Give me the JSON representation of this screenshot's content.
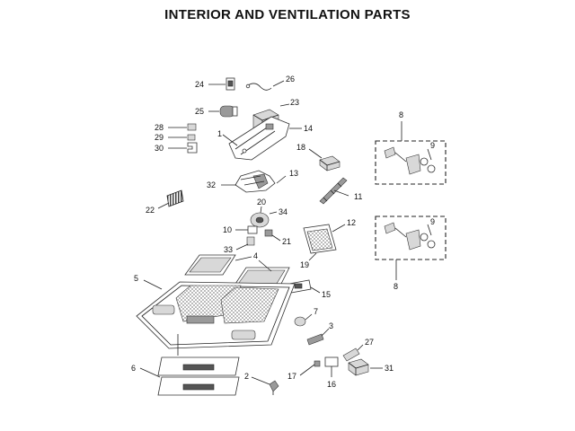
{
  "title": "INTERIOR AND VENTILATION PARTS",
  "callouts": {
    "c1": "1",
    "c2": "2",
    "c3": "3",
    "c4": "4",
    "c5": "5",
    "c6": "6",
    "c7": "7",
    "c8a": "8",
    "c8b": "8",
    "c9a": "9",
    "c9b": "9",
    "c10": "10",
    "c11": "11",
    "c12": "12",
    "c13": "13",
    "c14": "14",
    "c15": "15",
    "c16": "16",
    "c17": "17",
    "c18": "18",
    "c19": "19",
    "c20": "20",
    "c21": "21",
    "c22": "22",
    "c23": "23",
    "c24": "24",
    "c25": "25",
    "c26": "26",
    "c27": "27",
    "c28": "28",
    "c29": "29",
    "c30": "30",
    "c31": "31",
    "c32": "32",
    "c33": "33",
    "c34": "34"
  }
}
